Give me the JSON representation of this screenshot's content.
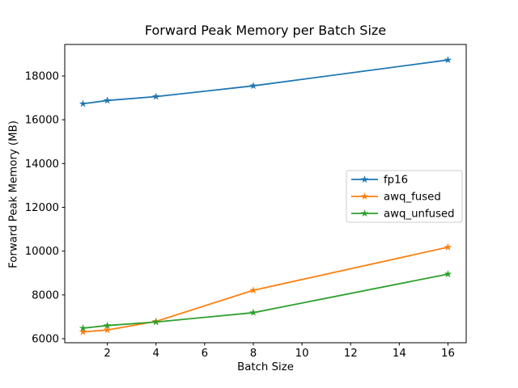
{
  "chart_data": {
    "type": "line",
    "title": "Forward Peak Memory per Batch Size",
    "xlabel": "Batch Size",
    "ylabel": "Forward Peak Memory (MB)",
    "x": [
      1,
      2,
      4,
      8,
      16
    ],
    "series": [
      {
        "name": "fp16",
        "color": "#1f77b4",
        "values": [
          16730,
          16880,
          17060,
          17550,
          18730
        ]
      },
      {
        "name": "awq_fused",
        "color": "#ff7f0e",
        "values": [
          6310,
          6400,
          6790,
          8210,
          10180
        ]
      },
      {
        "name": "awq_unfused",
        "color": "#2ca02c",
        "values": [
          6480,
          6600,
          6760,
          7190,
          8950
        ]
      }
    ],
    "marker": "star",
    "xticks": [
      2,
      4,
      6,
      8,
      10,
      12,
      14,
      16
    ],
    "yticks": [
      6000,
      8000,
      10000,
      12000,
      14000,
      16000,
      18000
    ],
    "xlim": [
      0.25,
      16.75
    ],
    "ylim": [
      5815,
      19440
    ],
    "grid": false,
    "legend_position": "center right",
    "axis_color": "#000000",
    "legend_border_color": "#cccccc",
    "background": "#ffffff"
  }
}
